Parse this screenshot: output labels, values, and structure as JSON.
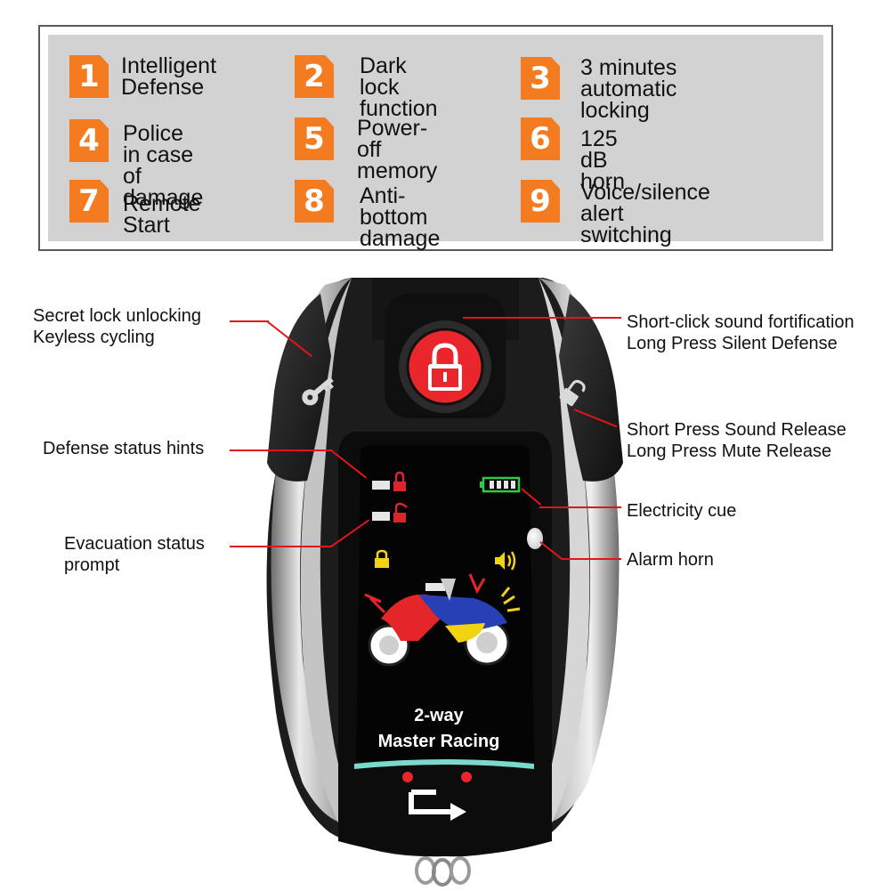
{
  "features": [
    {
      "num": "1",
      "text": "Intelligent\nDefense"
    },
    {
      "num": "2",
      "text": "Dark lock\nfunction"
    },
    {
      "num": "3",
      "text": "3 minutes\nautomatic locking"
    },
    {
      "num": "4",
      "text": "Police in case\nof damage"
    },
    {
      "num": "5",
      "text": "Power-off\nmemory"
    },
    {
      "num": "6",
      "text": "125 dB horn"
    },
    {
      "num": "7",
      "text": "Remote Start"
    },
    {
      "num": "8",
      "text": "Anti-bottom\ndamage"
    },
    {
      "num": "9",
      "text": "Voice/silence\nalert switching"
    }
  ],
  "callouts": {
    "secret_lock": "Secret lock unlocking\nKeyless cycling",
    "defense_status": "Defense status hints",
    "evacuation_status": "Evacuation status\nprompt",
    "short_click": "Short-click sound fortification\nLong Press Silent Defense",
    "short_press": "Short Press Sound Release\nLong Press Mute Release",
    "electricity": "Electricity cue",
    "alarm_horn": "Alarm horn"
  },
  "screen": {
    "line1": "2-way",
    "line2": "Master Racing"
  },
  "colors": {
    "badge": "#f47b20",
    "callout_line": "#e0161b",
    "lock_button": "#e8262b",
    "panel_bg": "#d2d2d2",
    "battery": "#2ecc40",
    "icon_yellow": "#f2d312"
  },
  "icons": [
    "key-icon",
    "lock-icon",
    "unlock-icon",
    "battery-icon",
    "speaker-icon",
    "motorcycle-icon",
    "arrow-icon"
  ]
}
